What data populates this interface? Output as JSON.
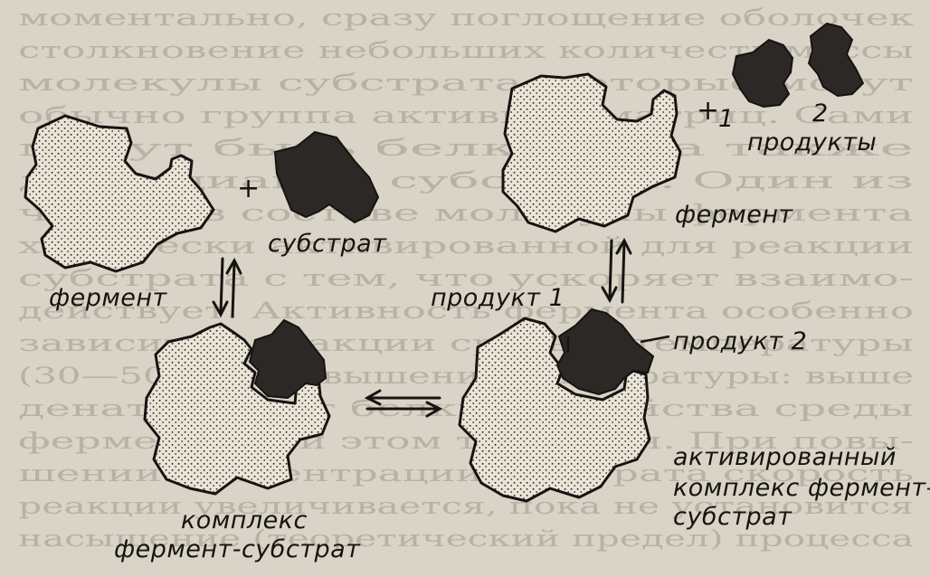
{
  "colors": {
    "paper": "#d9d4c7",
    "background_text": "#9e978a",
    "enzyme_fill": "#e9e4d6",
    "stipple": "#2a2622",
    "substrate": "#2b2826",
    "ink": "#161411"
  },
  "labels": {
    "enzyme_left": "фермент",
    "substrate": "субстрат",
    "plus_left": "+",
    "complex_line1": "комплекс",
    "complex_line2": "фермент-субстрат",
    "product1": "продукт 1",
    "product2": "продукт 2",
    "activated_line1": "активированный",
    "activated_line2": "комплекс фермент–",
    "activated_line3": "субстрат",
    "enzyme_right": "фермент",
    "plus_right": "+",
    "num1": "1",
    "num2": "2",
    "products": "продукты"
  },
  "background_text_lines": [
    "моментально, сразу поглощение оболочек",
    "столкновение небольших количеств массы",
    "молекулы субстрата, которые могут",
    "обычно группа активных матриц. Сами",
    "могут быть белками, а также",
    "диссоциации субстрата. Один из",
    "частью в составе молекулы фермента",
    "химически активированной для реакции",
    "субстрата с тем, что ускоряет взаимо-",
    "действует. Активность фермента особенно",
    "зависит от реакции среды и температуры",
    "(30—50 °C). Повышение температуры: выше",
    "денатурирует белки, и свойства среды",
    "фермента при этом теряются. При повы-",
    "шении концентрации субстрата скорость",
    "реакции увеличивается, пока не установится",
    "насыщение (теоретический предел) процесса"
  ]
}
